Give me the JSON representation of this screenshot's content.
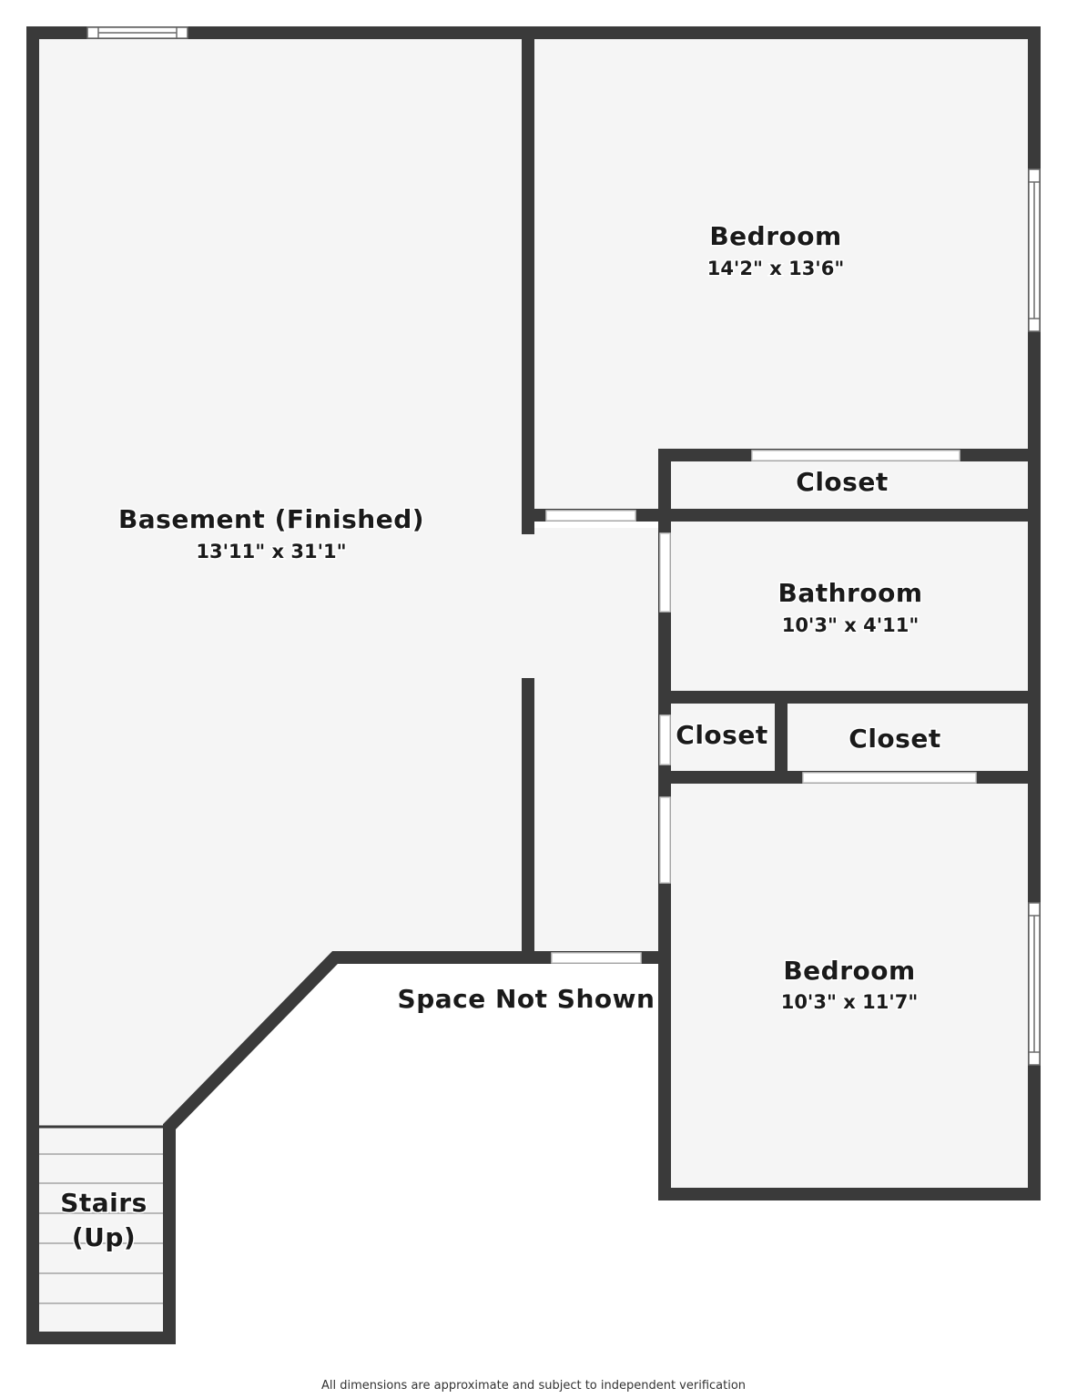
{
  "colors": {
    "wall": "#3a3a3a",
    "floor": "#f5f5f5",
    "opening": "#ffffff",
    "background": "#ffffff"
  },
  "rooms": {
    "basement": {
      "name": "Basement (Finished)",
      "dims": "13'11\" x 31'1\""
    },
    "bedroom_top": {
      "name": "Bedroom",
      "dims": "14'2\" x 13'6\""
    },
    "closet_top": {
      "name": "Closet"
    },
    "bathroom": {
      "name": "Bathroom",
      "dims": "10'3\" x 4'11\""
    },
    "closet_small": {
      "name": "Closet"
    },
    "closet_mid": {
      "name": "Closet"
    },
    "bedroom_bottom": {
      "name": "Bedroom",
      "dims": "10'3\" x 11'7\""
    },
    "stairs": {
      "name_line1": "Stairs",
      "name_line2": "(Up)"
    }
  },
  "space_not_shown": "Space Not Shown",
  "footer_note": "All dimensions are approximate and subject to independent verification"
}
